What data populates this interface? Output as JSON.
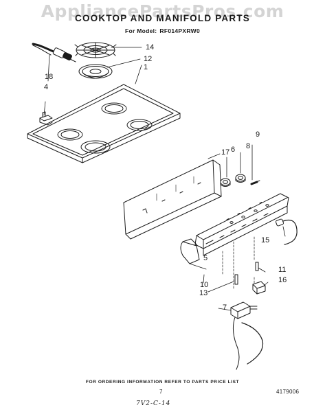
{
  "watermark": "AppliancePartsPros.com",
  "title": "COOKTOP AND MANIFOLD PARTS",
  "model_label": "For Model:",
  "model_number": "RF014PXRW0",
  "callouts": {
    "c14": "14",
    "c12": "12",
    "c1": "1",
    "c18": "18",
    "c4": "4",
    "c17": "17",
    "c6": "6",
    "c8": "8",
    "c9": "9",
    "c15": "15",
    "c5": "5",
    "c10": "10",
    "c13": "13",
    "c11": "11",
    "c16": "16",
    "c7": "7"
  },
  "footer": {
    "note": "FOR ORDERING INFORMATION REFER TO PARTS PRICE LIST",
    "page_number": "7",
    "doc_number": "4179006",
    "handwritten": "7V2-C-14"
  }
}
